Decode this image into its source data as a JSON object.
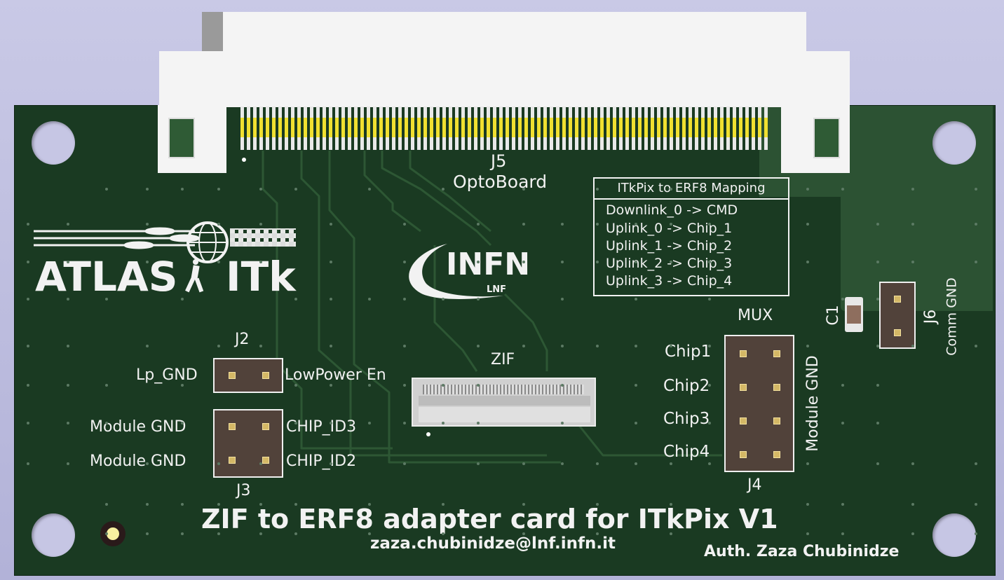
{
  "connector_j5": {
    "ref": "J5",
    "name": "OptoBoard"
  },
  "mapping_table": {
    "title": "ITkPix to ERF8 Mapping",
    "rows": [
      "Downlink_0 -> CMD",
      "Uplink_0 -> Chip_1",
      "Uplink_1 -> Chip_2",
      "Uplink_2 -> Chip_3",
      "Uplink_3 -> Chip_4"
    ]
  },
  "logos": {
    "atlas": "ATLAS",
    "itk": "ITk",
    "infn": "INFN",
    "lnf": "LNF"
  },
  "header_j2": {
    "ref": "J2",
    "left_label": "Lp_GND",
    "right_label": "LowPower En"
  },
  "header_j3": {
    "ref": "J3",
    "left_labels": [
      "Module GND",
      "Module GND"
    ],
    "right_labels": [
      "CHIP_ID3",
      "CHIP_ID2"
    ]
  },
  "zif": {
    "label": "ZIF"
  },
  "header_j4": {
    "ref": "J4",
    "title": "MUX",
    "chips": [
      "Chip1",
      "Chip2",
      "Chip3",
      "Chip4"
    ],
    "side_label": "Module GND"
  },
  "cap_c1": {
    "ref": "C1"
  },
  "header_j6": {
    "ref": "J6",
    "label": "Comm GND"
  },
  "footer": {
    "title": "ZIF to ERF8 adapter card for ITkPix V1",
    "email": "zaza.chubinidze@lnf.infn.it",
    "author": "Auth. Zaza Chubinidze"
  },
  "colors": {
    "pcb": "#1a3a22",
    "silkscreen": "#f2f2f2",
    "background": "#c0c0e0",
    "pad": "#d4b866"
  }
}
